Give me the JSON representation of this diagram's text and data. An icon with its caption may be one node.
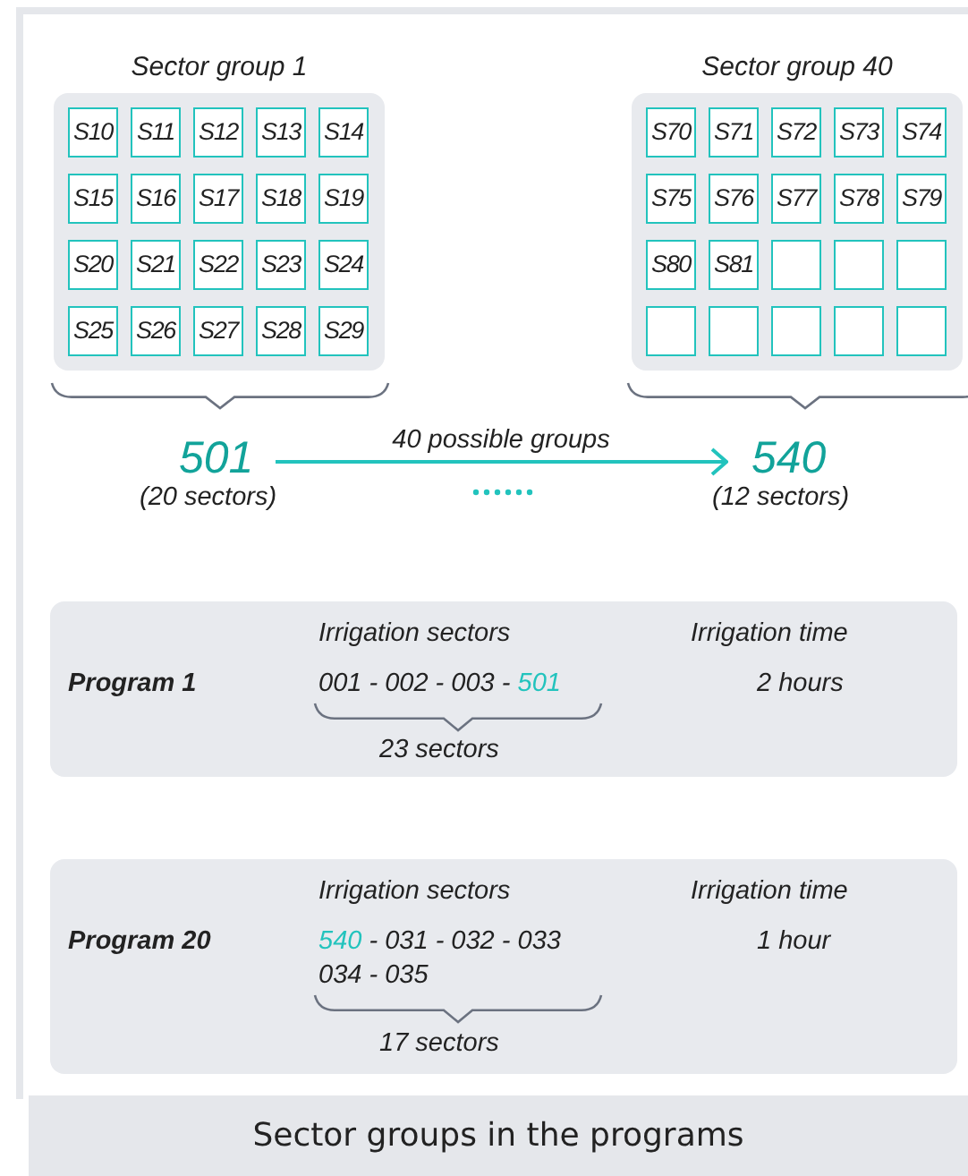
{
  "diagram": {
    "caption": "Sector groups in the programs",
    "nodes": [
      {
        "text": [
          "Sector group 1"
        ]
      },
      {
        "text": [
          "S10"
        ],
        "in": 0
      },
      {
        "text": [
          "S11"
        ],
        "in": 0
      },
      {
        "text": [
          "S12"
        ],
        "in": 0
      },
      {
        "text": [
          "S13"
        ],
        "in": 0
      },
      {
        "text": [
          "S14"
        ],
        "in": 0
      },
      {
        "text": [
          "S15"
        ],
        "in": 0
      },
      {
        "text": [
          "S16"
        ],
        "in": 0
      },
      {
        "text": [
          "S17"
        ],
        "in": 0
      },
      {
        "text": [
          "S18"
        ],
        "in": 0
      },
      {
        "text": [
          "S19"
        ],
        "in": 0
      },
      {
        "text": [
          "S20"
        ],
        "in": 0
      },
      {
        "text": [
          "S21"
        ],
        "in": 0
      },
      {
        "text": [
          "S22"
        ],
        "in": 0
      },
      {
        "text": [
          "S23"
        ],
        "in": 0
      },
      {
        "text": [
          "S24"
        ],
        "in": 0
      },
      {
        "text": [
          "S25"
        ],
        "in": 0
      },
      {
        "text": [
          "S26"
        ],
        "in": 0
      },
      {
        "text": [
          "S27"
        ],
        "in": 0
      },
      {
        "text": [
          "S28"
        ],
        "in": 0
      },
      {
        "text": [
          "S29"
        ],
        "in": 0
      },
      {
        "text": [
          "Sector group 40"
        ]
      },
      {
        "text": [
          "S70"
        ],
        "in": 21
      },
      {
        "text": [
          "S71"
        ],
        "in": 21
      },
      {
        "text": [
          "S72"
        ],
        "in": 21
      },
      {
        "text": [
          "S73"
        ],
        "in": 21
      },
      {
        "text": [
          "S74"
        ],
        "in": 21
      },
      {
        "text": [
          "S75"
        ],
        "in": 21
      },
      {
        "text": [
          "S76"
        ],
        "in": 21
      },
      {
        "text": [
          "S77"
        ],
        "in": 21
      },
      {
        "text": [
          "S78"
        ],
        "in": 21
      },
      {
        "text": [
          "S79"
        ],
        "in": 21
      },
      {
        "text": [
          "S80"
        ],
        "in": 21
      },
      {
        "text": [
          "S81"
        ],
        "in": 21
      },
      {
        "text": [],
        "shape": "box",
        "in": 21
      },
      {
        "text": [],
        "shape": "box",
        "in": 21
      },
      {
        "text": [],
        "shape": "box",
        "in": 21
      },
      {
        "text": [],
        "shape": "box",
        "in": 21
      },
      {
        "text": [],
        "shape": "box",
        "in": 21
      },
      {
        "text": [],
        "shape": "box",
        "in": 21
      },
      {
        "text": [],
        "shape": "box",
        "in": 21
      },
      {
        "text": [],
        "shape": "box",
        "in": 21
      },
      {
        "text": [
          "501"
        ],
        "beside": [
          "(20 sectors)"
        ]
      },
      {
        "text": [
          "540"
        ],
        "beside": [
          "(12 sectors)"
        ]
      },
      {
        "text": [
          "Program 1",
          "Irrigation sectors",
          "001 - 002 - 003 -",
          "501",
          "23 sectors",
          "Irrigation time",
          "2 hours"
        ]
      },
      {
        "text": [
          "Program 20",
          "Irrigation sectors",
          "540",
          "- 031 - 032 - 033",
          "034 - 035",
          "17 sectors",
          "Irrigation time",
          "1 hour"
        ]
      }
    ],
    "edges": [
      {
        "from": 42,
        "to": 43,
        "arrow": "to",
        "label": "40 possible groups"
      }
    ]
  }
}
